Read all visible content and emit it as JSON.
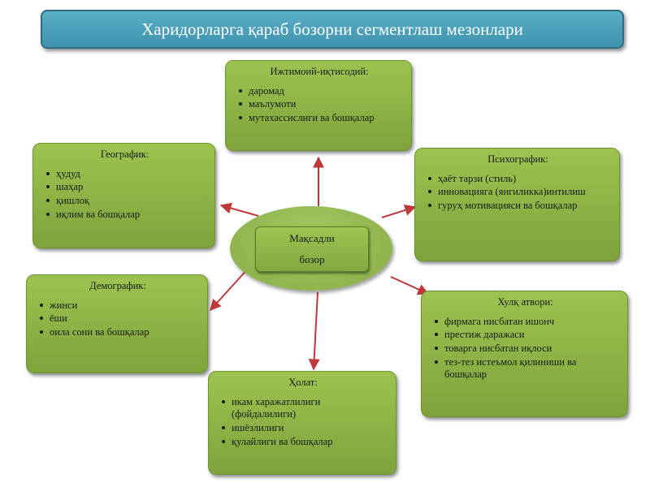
{
  "title": "Харидорларга қараб бозорни сегментлаш мезонлари",
  "center": {
    "line1": "Мақсадли",
    "line2": "бозор"
  },
  "boxes": {
    "economic": {
      "title": "Ижтимоий-иқтисодий:",
      "items": [
        "даромад",
        "маълумоти",
        "мутахассислиги ва бошқалар"
      ]
    },
    "geographic": {
      "title": "Географик:",
      "items": [
        "ҳудуд",
        "шаҳар",
        "қишлоқ",
        "иқлим ва бошқалар"
      ]
    },
    "psychographic": {
      "title": "Психографик:",
      "items": [
        "ҳаёт тарзи (стиль)",
        "инновацияга (янгиликка)интилиш",
        "гуруҳ мотивацияси ва бошқалар"
      ]
    },
    "demographic": {
      "title": "Демографик:",
      "items": [
        "жинси",
        "ёши",
        "оила сони ва бошқалар"
      ]
    },
    "behavior": {
      "title": "Хулқ атвори:",
      "items": [
        "фирмага нисбатан ишонч",
        "престиж даражаси",
        "товарга нисбатан иқлоси",
        "тез-тез истеъмол қилиниши ва бошқалар"
      ]
    },
    "state": {
      "title": "Ҳолат:",
      "items": [
        "икам харажатлилиги (фойдалилиги)",
        "ишёзлилиги",
        "қулайлиги ва бошқалар"
      ]
    }
  },
  "colors": {
    "title_bar": "#4aa1ba",
    "box_green": "#8db545",
    "arrow_red": "#c0383a"
  }
}
